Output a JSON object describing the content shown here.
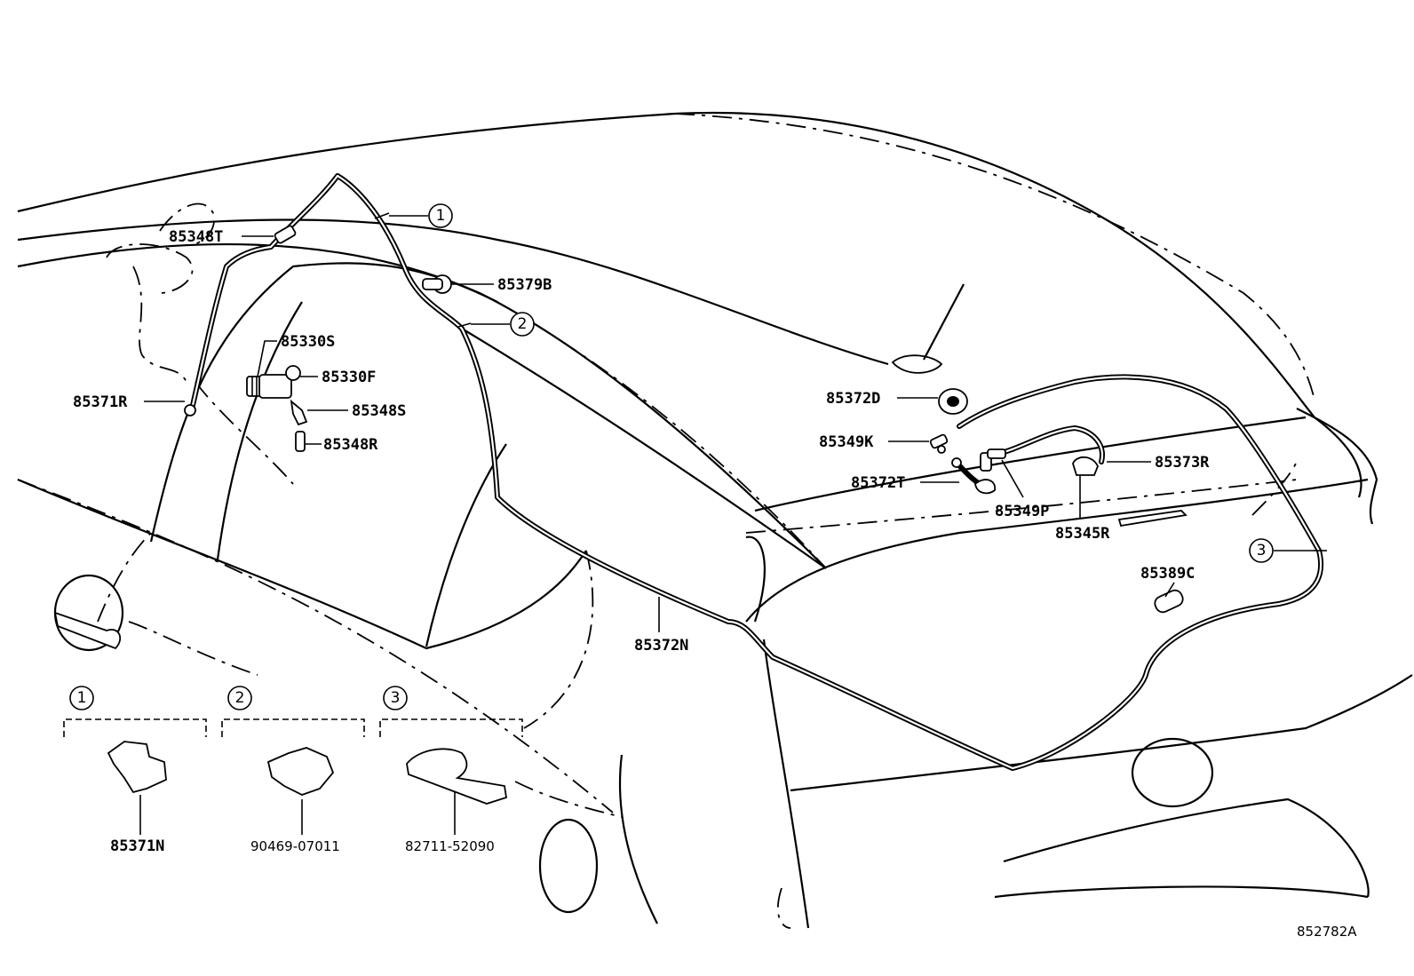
{
  "diagram_code": "852782A",
  "callouts": [
    "1",
    "2",
    "3"
  ],
  "part_labels": {
    "p85348T": "85348T",
    "p85379B": "85379B",
    "p85330S": "85330S",
    "p85330F": "85330F",
    "p85348S": "85348S",
    "p85348R": "85348R",
    "p85371R": "85371R",
    "p85372D": "85372D",
    "p85349K": "85349K",
    "p85372T": "85372T",
    "p85349P": "85349P",
    "p85373R": "85373R",
    "p85345R": "85345R",
    "p85389C": "85389C",
    "p85372N": "85372N"
  },
  "legend": [
    {
      "callout": "1",
      "part": "85371N"
    },
    {
      "callout": "2",
      "part": "90469-07011"
    },
    {
      "callout": "3",
      "part": "82711-52090"
    }
  ]
}
